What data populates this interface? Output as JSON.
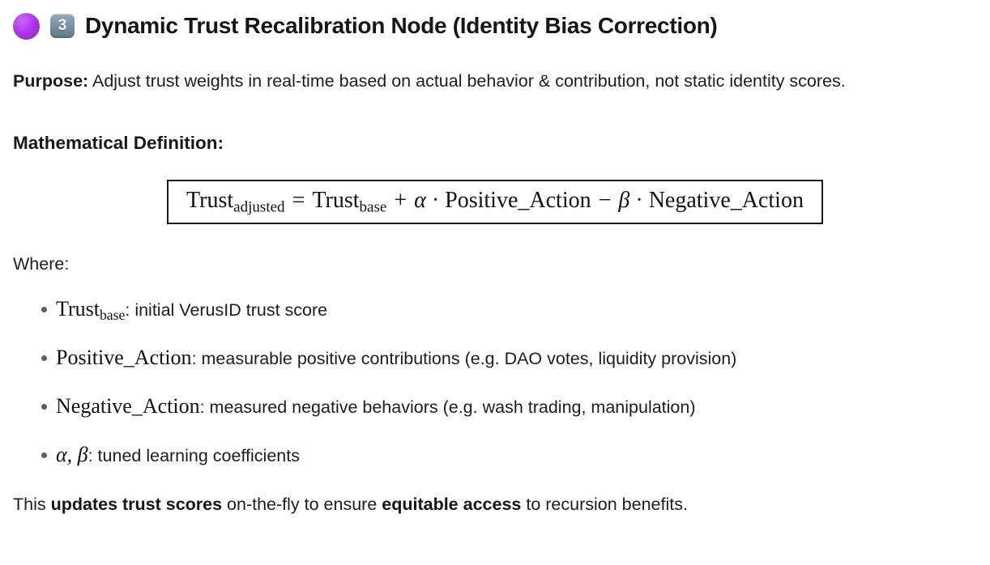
{
  "header": {
    "title": "Dynamic Trust Recalibration Node (Identity Bias Correction)",
    "icons": {
      "circle": {
        "name": "purple-circle-emoji",
        "color": "#ab35e6"
      },
      "keycap": {
        "name": "keycap-3-emoji",
        "digit": "3",
        "color": "#7b95a8"
      }
    }
  },
  "purpose": {
    "label": "Purpose:",
    "text": " Adjust trust weights in real-time based on actual behavior & contribution, not static identity scores."
  },
  "sections": {
    "math_heading": "Mathematical Definition:",
    "where_label": "Where:"
  },
  "formula": {
    "lhs": "Trust",
    "lhs_sub": "adjusted",
    "equals": "=",
    "base": "Trust",
    "base_sub": "base",
    "plus": "+",
    "alpha": "α",
    "dot1": "·",
    "positive": "Positive_Action",
    "minus": "−",
    "beta": "β",
    "dot2": "·",
    "negative": "Negative_Action"
  },
  "bullets": [
    {
      "term": "Trust",
      "sub": "base",
      "desc": ": initial VerusID trust score"
    },
    {
      "term": "Positive_Action",
      "desc": ": measurable positive contributions (e.g. DAO votes, liquidity provision)"
    },
    {
      "term": "Negative_Action",
      "desc": ": measured negative behaviors (e.g. wash trading, manipulation)"
    },
    {
      "term": "α, β",
      "desc": ": tuned learning coefficients"
    }
  ],
  "closing": {
    "segments": [
      {
        "text": "This "
      },
      {
        "text": "updates trust scores",
        "bold": true
      },
      {
        "text": " on-the-fly to ensure "
      },
      {
        "text": "equitable access",
        "bold": true
      },
      {
        "text": " to recursion benefits."
      }
    ]
  }
}
